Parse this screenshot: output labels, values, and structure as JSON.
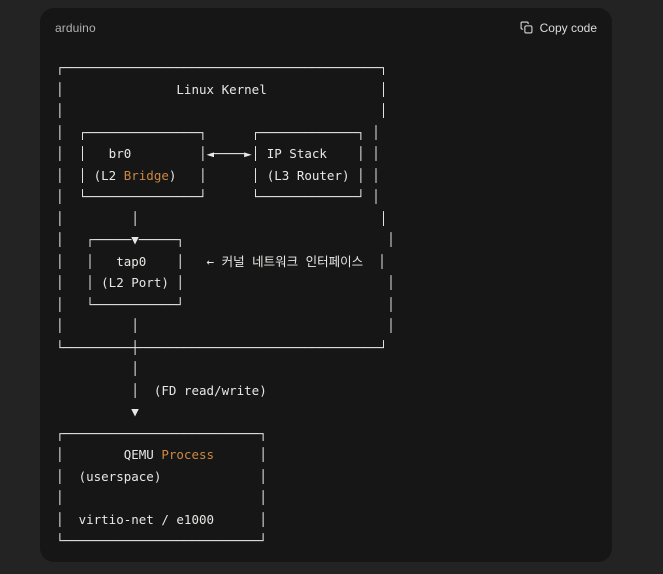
{
  "page": {
    "background": "#232323"
  },
  "code_block": {
    "background": "#161616",
    "language": "arduino",
    "copy_button_label": "Copy code",
    "copy_icon": "copy-icon",
    "text_color": "#e7e7e5",
    "accent_color": "#cd8741",
    "lines": [
      [
        "┌──────────────────────────────────────────┐"
      ],
      [
        "│               Linux Kernel               │"
      ],
      [
        "│                                          │"
      ],
      [
        "│  ┌───────────────┐      ┌─────────────┐ │"
      ],
      [
        "│  │   br0         │◄────►│ IP Stack    │ │"
      ],
      [
        "│  │ (L2 ",
        {
          "t": "Bridge",
          "accent": true
        },
        ")   │      │ (L3 Router) │ │"
      ],
      [
        "│  └───────────────┘      └─────────────┘ │"
      ],
      [
        "│         │                                │"
      ],
      [
        "│   ┌─────▼─────┐                           │"
      ],
      [
        "│   │   tap0    │   ← 커널 네트워크 인터페이스  │"
      ],
      [
        "│   │ (L2 Port) │                           │"
      ],
      [
        "│   └───────────┘                           │"
      ],
      [
        "│         │                                 │"
      ],
      [
        "└─────────┼────────────────────────────────┘"
      ],
      [
        "          │"
      ],
      [
        "          │  (FD read/write)"
      ],
      [
        "          ▼"
      ],
      [
        "┌──────────────────────────┐"
      ],
      [
        "│        QEMU ",
        {
          "t": "Process",
          "accent": true
        },
        "      │"
      ],
      [
        "│  (userspace)             │"
      ],
      [
        "│                          │"
      ],
      [
        "│  virtio-net / e1000      │"
      ],
      [
        "└──────────────────────────┘"
      ]
    ]
  }
}
